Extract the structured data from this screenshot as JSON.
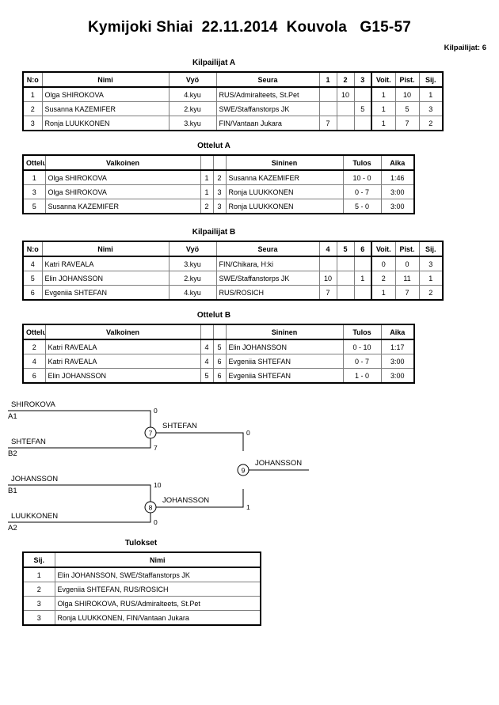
{
  "header": {
    "title": "Kymijoki Shiai  22.11.2014  Kouvola   G15-57",
    "entrant_count_label": "Kilpailijat: 6"
  },
  "pool_a": {
    "caption": "Kilpailijat A",
    "columns": [
      "N:o",
      "Nimi",
      "Vyö",
      "Seura",
      "1",
      "2",
      "3",
      "Voit.",
      "Pist.",
      "Sij."
    ],
    "rows": [
      {
        "no": "1",
        "name": "Olga SHIROKOVA",
        "belt": "4.kyu",
        "club": "RUS/Admiralteets, St.Pet",
        "m1": "",
        "m2": "10",
        "m3": "",
        "wins": "1",
        "points": "10",
        "rank": "1"
      },
      {
        "no": "2",
        "name": "Susanna KAZEMIFER",
        "belt": "2.kyu",
        "club": "SWE/Staffanstorps JK",
        "m1": "",
        "m2": "",
        "m3": "5",
        "wins": "1",
        "points": "5",
        "rank": "3"
      },
      {
        "no": "3",
        "name": "Ronja LUUKKONEN",
        "belt": "3.kyu",
        "club": "FIN/Vantaan Jukara",
        "m1": "7",
        "m2": "",
        "m3": "",
        "wins": "1",
        "points": "7",
        "rank": "2"
      }
    ]
  },
  "matches_a": {
    "caption": "Ottelut A",
    "columns": [
      "Ottelu",
      "Valkoinen",
      "",
      "",
      "Sininen",
      "Tulos",
      "Aika"
    ],
    "rows": [
      {
        "match": "1",
        "white": "Olga SHIROKOVA",
        "white_no": "1",
        "blue_no": "2",
        "blue": "Susanna KAZEMIFER",
        "result": "10 - 0",
        "time": "1:46"
      },
      {
        "match": "3",
        "white": "Olga SHIROKOVA",
        "white_no": "1",
        "blue_no": "3",
        "blue": "Ronja LUUKKONEN",
        "result": "0 - 7",
        "time": "3:00"
      },
      {
        "match": "5",
        "white": "Susanna KAZEMIFER",
        "white_no": "2",
        "blue_no": "3",
        "blue": "Ronja LUUKKONEN",
        "result": "5 - 0",
        "time": "3:00"
      }
    ]
  },
  "pool_b": {
    "caption": "Kilpailijat B",
    "columns": [
      "N:o",
      "Nimi",
      "Vyö",
      "Seura",
      "4",
      "5",
      "6",
      "Voit.",
      "Pist.",
      "Sij."
    ],
    "rows": [
      {
        "no": "4",
        "name": "Katri RAVEALA",
        "belt": "3.kyu",
        "club": "FIN/Chikara, H:ki",
        "m1": "",
        "m2": "",
        "m3": "",
        "wins": "0",
        "points": "0",
        "rank": "3"
      },
      {
        "no": "5",
        "name": "Elin JOHANSSON",
        "belt": "2.kyu",
        "club": "SWE/Staffanstorps JK",
        "m1": "10",
        "m2": "",
        "m3": "1",
        "wins": "2",
        "points": "11",
        "rank": "1"
      },
      {
        "no": "6",
        "name": "Evgeniia SHTEFAN",
        "belt": "4.kyu",
        "club": "RUS/ROSICH",
        "m1": "7",
        "m2": "",
        "m3": "",
        "wins": "1",
        "points": "7",
        "rank": "2"
      }
    ]
  },
  "matches_b": {
    "caption": "Ottelut B",
    "columns": [
      "Ottelu",
      "Valkoinen",
      "",
      "",
      "Sininen",
      "Tulos",
      "Aika"
    ],
    "rows": [
      {
        "match": "2",
        "white": "Katri RAVEALA",
        "white_no": "4",
        "blue_no": "5",
        "blue": "Elin JOHANSSON",
        "result": "0 - 10",
        "time": "1:17"
      },
      {
        "match": "4",
        "white": "Katri RAVEALA",
        "white_no": "4",
        "blue_no": "6",
        "blue": "Evgeniia SHTEFAN",
        "result": "0 - 7",
        "time": "3:00"
      },
      {
        "match": "6",
        "white": "Elin JOHANSSON",
        "white_no": "5",
        "blue_no": "6",
        "blue": "Evgeniia SHTEFAN",
        "result": "1 - 0",
        "time": "3:00"
      }
    ]
  },
  "bracket": {
    "semifinal_1": {
      "match_number": "7",
      "top_name": "SHIROKOVA",
      "top_seed": "A1",
      "top_score": "0",
      "bottom_name": "SHTEFAN",
      "bottom_seed": "B2",
      "bottom_score": "7",
      "winner": "SHTEFAN"
    },
    "semifinal_2": {
      "match_number": "8",
      "top_name": "JOHANSSON",
      "top_seed": "B1",
      "top_score": "10",
      "bottom_name": "LUUKKONEN",
      "bottom_seed": "A2",
      "bottom_score": "0",
      "winner": "JOHANSSON"
    },
    "final": {
      "match_number": "9",
      "top_score": "0",
      "bottom_score": "1",
      "winner": "JOHANSSON"
    }
  },
  "results": {
    "caption": "Tulokset",
    "columns": [
      "Sij.",
      "Nimi"
    ],
    "rows": [
      {
        "rank": "1",
        "name": "Elin JOHANSSON, SWE/Staffanstorps JK"
      },
      {
        "rank": "2",
        "name": "Evgeniia SHTEFAN, RUS/ROSICH"
      },
      {
        "rank": "3",
        "name": "Olga SHIROKOVA, RUS/Admiralteets, St.Pet"
      },
      {
        "rank": "3",
        "name": "Ronja LUUKKONEN, FIN/Vantaan Jukara"
      }
    ]
  }
}
